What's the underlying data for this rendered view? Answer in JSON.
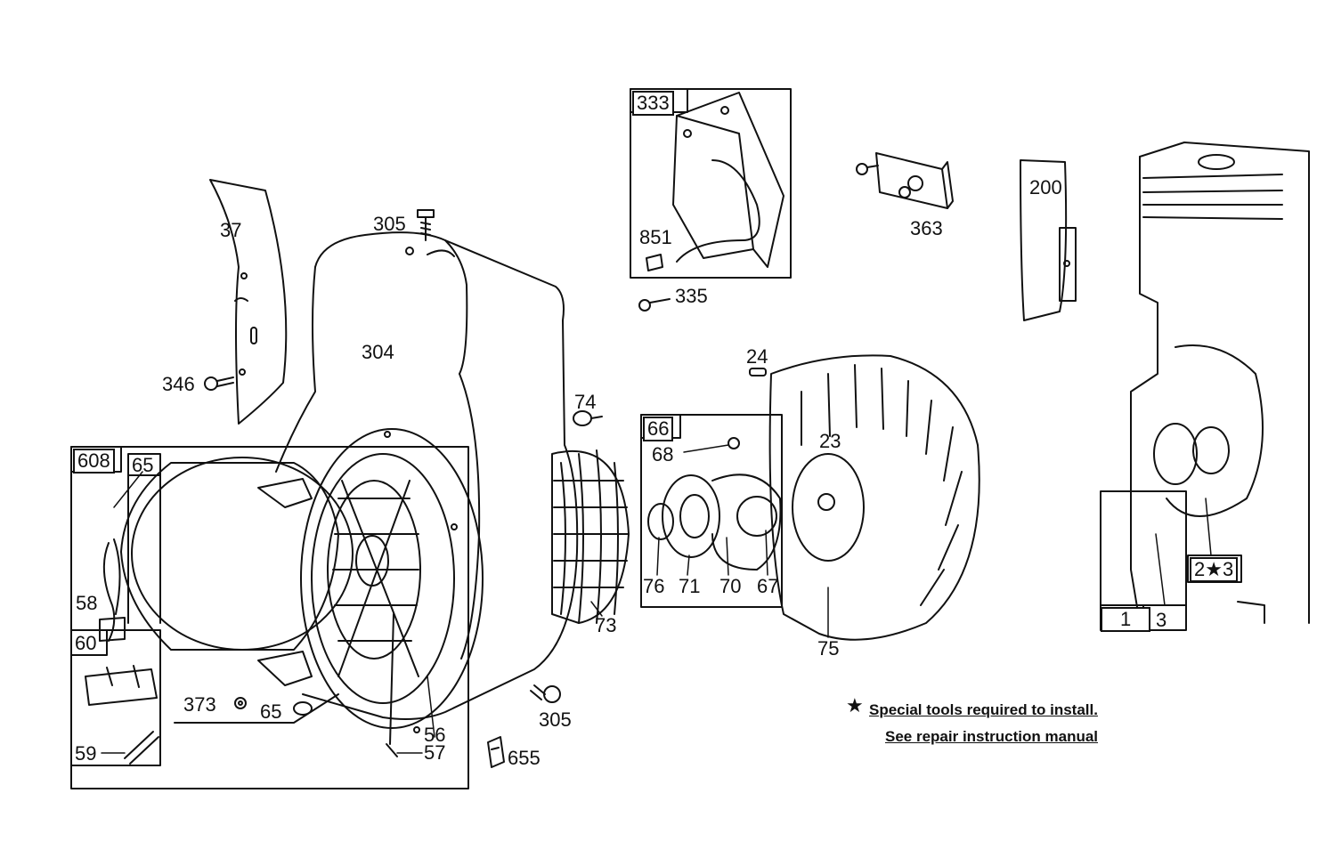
{
  "labels": {
    "l37": "37",
    "l305a": "305",
    "l304": "304",
    "l346": "346",
    "l608": "608",
    "l65a": "65",
    "l58": "58",
    "l60": "60",
    "l59": "59",
    "l373": "373",
    "l65b": "65",
    "l56": "56",
    "l57": "57",
    "l655": "655",
    "l305b": "305",
    "l73": "73",
    "l74": "74",
    "l333": "333",
    "l851": "851",
    "l335": "335",
    "l363": "363",
    "l200": "200",
    "l24": "24",
    "l23": "23",
    "l66": "66",
    "l68": "68",
    "l76": "76",
    "l71": "71",
    "l70": "70",
    "l67": "67",
    "l75": "75",
    "l1": "1",
    "l3": "3",
    "l2s3": "2★3"
  },
  "note": {
    "line1": "Special tools required to install.",
    "line2": "See repair instruction manual",
    "star": "★"
  },
  "colors": {
    "ink": "#111111",
    "paper": "#ffffff"
  }
}
